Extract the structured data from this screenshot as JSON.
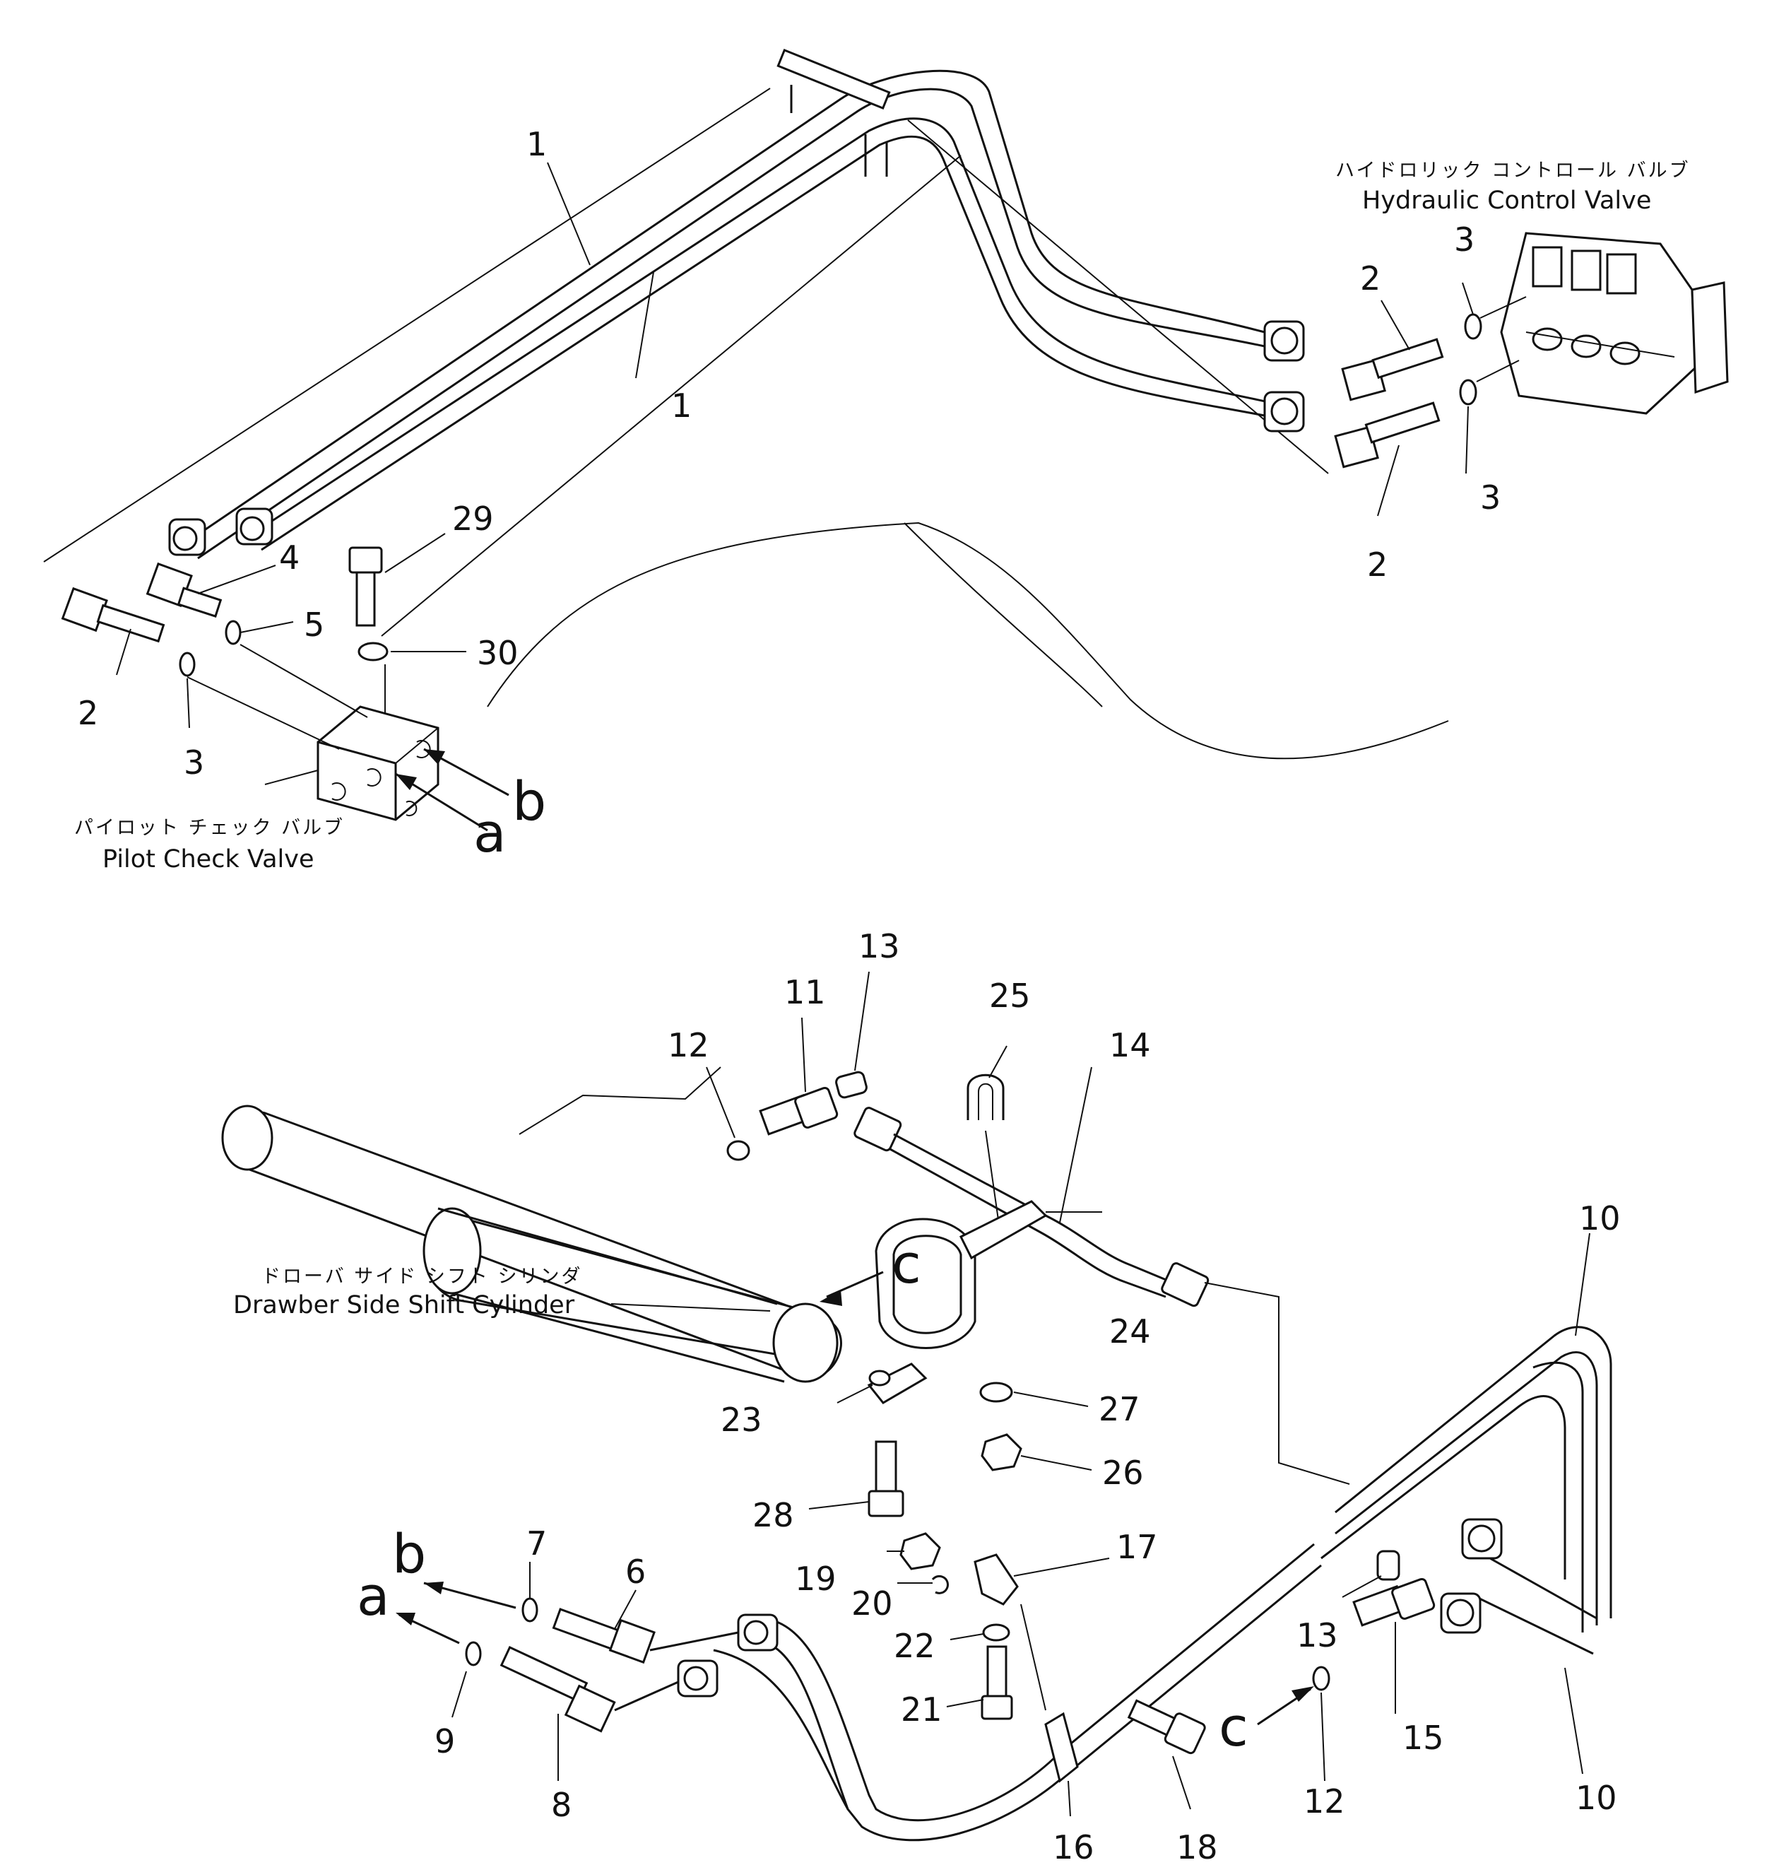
{
  "captions": {
    "hydraulic_control_valve_jp": "ハイドロリック コントロール バルブ",
    "hydraulic_control_valve_en": "Hydraulic Control Valve",
    "pilot_check_valve_jp": "パイロット チェック バルブ",
    "pilot_check_valve_en": "Pilot Check Valve",
    "drawber_cylinder_jp": "ドローバ サイド シフト シリンダ",
    "drawber_cylinder_en": "Drawber Side Shift Cylinder"
  },
  "part_numbers": {
    "p1a": "1",
    "p1b": "1",
    "p2a": "2",
    "p2b": "2",
    "p2c": "2",
    "p3a": "3",
    "p3b": "3",
    "p3c": "3",
    "p4": "4",
    "p5": "5",
    "p6": "6",
    "p7": "7",
    "p8": "8",
    "p9": "9",
    "p10a": "10",
    "p10b": "10",
    "p11": "11",
    "p12a": "12",
    "p12b": "12",
    "p13a": "13",
    "p13b": "13",
    "p14": "14",
    "p15": "15",
    "p16": "16",
    "p17": "17",
    "p18": "18",
    "p19": "19",
    "p20": "20",
    "p21": "21",
    "p22": "22",
    "p23": "23",
    "p24": "24",
    "p25": "25",
    "p26": "26",
    "p27": "27",
    "p28": "28",
    "p29": "29",
    "p30": "30"
  },
  "connection_letters": {
    "a_top": "a",
    "b_top": "b",
    "a_bottom": "a",
    "b_bottom": "b",
    "c_cylinder": "c",
    "c_bottom": "c"
  }
}
